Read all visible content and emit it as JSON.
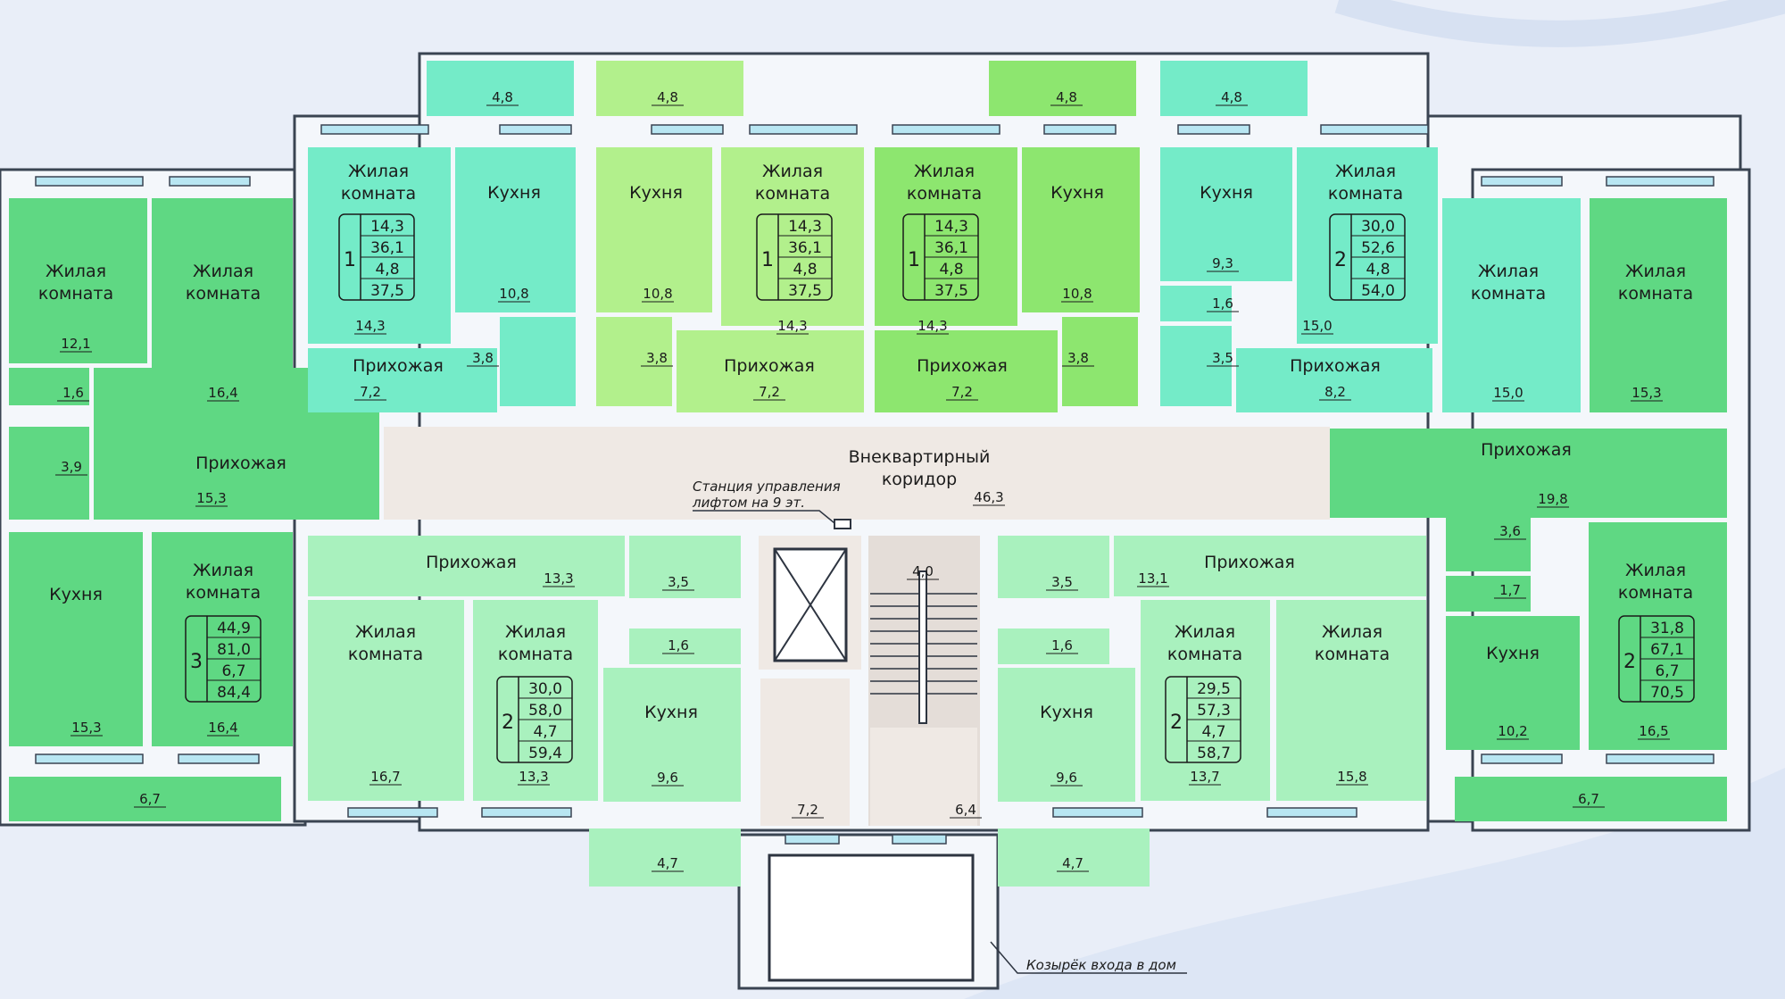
{
  "colors": {
    "background": "#e9eef8",
    "wall": "#f4f7fb",
    "wall_stroke": "#3a4452",
    "corridor": "#efe9e4",
    "stair": "#e4ddd8",
    "green_dark": "#5fd883",
    "green_mid": "#8fe6a6",
    "green_light": "#a9f1be",
    "teal": "#74ebc8",
    "lime": "#b2f08c",
    "lime_bright": "#8de66f",
    "window": "#b8e6f2"
  },
  "rooms": [
    {
      "id": "a1-living-1",
      "name": "Жилая\nкомната",
      "area": "12,1"
    },
    {
      "id": "a1-living-2",
      "name": "Жилая\nкомната",
      "area": "16,4"
    },
    {
      "id": "a1-wc",
      "area": "1,6"
    },
    {
      "id": "a1-bath",
      "area": "3,9"
    },
    {
      "id": "a1-hall",
      "name": "Прихожая",
      "area": "15,3"
    },
    {
      "id": "a1-kitchen",
      "name": "Кухня",
      "area": "15,3"
    },
    {
      "id": "a1-living-3",
      "name": "Жилая\nкомната",
      "area": "16,4"
    },
    {
      "id": "a1-balcony",
      "area": "6,7"
    },
    {
      "id": "a2-living",
      "name": "Жилая\nкомната",
      "area": "14,3"
    },
    {
      "id": "a2-kitchen",
      "name": "Кухня",
      "area": "10,8"
    },
    {
      "id": "a2-bath",
      "area": "3,8"
    },
    {
      "id": "a2-hall",
      "name": "Прихожая",
      "area": "7,2"
    },
    {
      "id": "a2-balcony",
      "area": "4,8"
    },
    {
      "id": "a3-kitchen",
      "name": "Кухня",
      "area": "10,8"
    },
    {
      "id": "a3-living",
      "name": "Жилая\nкомната",
      "area": "14,3"
    },
    {
      "id": "a3-bath",
      "area": "3,8"
    },
    {
      "id": "a3-hall",
      "name": "Прихожая",
      "area": "7,2"
    },
    {
      "id": "a3-balcony",
      "area": "4,8"
    },
    {
      "id": "a4-living",
      "name": "Жилая\nкомната",
      "area": "14,3"
    },
    {
      "id": "a4-kitchen",
      "name": "Кухня",
      "area": "10,8"
    },
    {
      "id": "a4-bath",
      "area": "3,8"
    },
    {
      "id": "a4-hall",
      "name": "Прихожая",
      "area": "7,2"
    },
    {
      "id": "a4-balcony",
      "area": "4,8"
    },
    {
      "id": "a5-kitchen",
      "name": "Кухня",
      "area": "9,3"
    },
    {
      "id": "a5-wc",
      "area": "1,6"
    },
    {
      "id": "a5-bath",
      "area": "3,5"
    },
    {
      "id": "a5-living-1",
      "name": "Жилая\nкомната",
      "area": "15,0"
    },
    {
      "id": "a5-hall",
      "name": "Прихожая",
      "area": "8,2"
    },
    {
      "id": "a5-living-2",
      "name": "Жилая\nкомната",
      "area": "15,0"
    },
    {
      "id": "a5-balcony",
      "area": "4,8"
    },
    {
      "id": "a6-living-1",
      "name": "Жилая\nкомната",
      "area": "15,3"
    },
    {
      "id": "a6-hall",
      "name": "Прихожая",
      "area": "19,8"
    },
    {
      "id": "a6-bath",
      "area": "3,6"
    },
    {
      "id": "a6-wc",
      "area": "1,7"
    },
    {
      "id": "a6-kitchen",
      "name": "Кухня",
      "area": "10,2"
    },
    {
      "id": "a6-living-2",
      "name": "Жилая\nкомната",
      "area": "16,5"
    },
    {
      "id": "a6-balcony",
      "area": "6,7"
    },
    {
      "id": "a7-hall",
      "name": "Прихожая",
      "area": "13,3"
    },
    {
      "id": "a7-living-1",
      "name": "Жилая\nкомната",
      "area": "16,7"
    },
    {
      "id": "a7-living-2",
      "name": "Жилая\nкомната",
      "area": "13,3"
    },
    {
      "id": "a7-bath",
      "area": "3,5"
    },
    {
      "id": "a7-wc",
      "area": "1,6"
    },
    {
      "id": "a7-kitchen",
      "name": "Кухня",
      "area": "9,6"
    },
    {
      "id": "a7-balcony",
      "area": "4,7"
    },
    {
      "id": "a8-bath",
      "area": "3,5"
    },
    {
      "id": "a8-wc",
      "area": "1,6"
    },
    {
      "id": "a8-hall",
      "name": "Прихожая",
      "area": "13,1"
    },
    {
      "id": "a8-kitchen",
      "name": "Кухня",
      "area": "9,6"
    },
    {
      "id": "a8-living-1",
      "name": "Жилая\nкомната",
      "area": "13,7"
    },
    {
      "id": "a8-living-2",
      "name": "Жилая\nкомната",
      "area": "15,8"
    },
    {
      "id": "a8-balcony",
      "area": "4,7"
    },
    {
      "id": "corridor",
      "name": "Внеквартирный\nкоридор",
      "area": "46,3"
    },
    {
      "id": "stair",
      "area": "4,0"
    },
    {
      "id": "lobby-left",
      "area": "7,2"
    },
    {
      "id": "lobby-right",
      "area": "6,4"
    }
  ],
  "apartments": [
    {
      "id": "a1",
      "rooms": "3",
      "v": [
        "44,9",
        "81,0",
        "6,7",
        "84,4"
      ]
    },
    {
      "id": "a2",
      "rooms": "1",
      "v": [
        "14,3",
        "36,1",
        "4,8",
        "37,5"
      ]
    },
    {
      "id": "a3",
      "rooms": "1",
      "v": [
        "14,3",
        "36,1",
        "4,8",
        "37,5"
      ]
    },
    {
      "id": "a4",
      "rooms": "1",
      "v": [
        "14,3",
        "36,1",
        "4,8",
        "37,5"
      ]
    },
    {
      "id": "a5",
      "rooms": "2",
      "v": [
        "30,0",
        "52,6",
        "4,8",
        "54,0"
      ]
    },
    {
      "id": "a6",
      "rooms": "2",
      "v": [
        "31,8",
        "67,1",
        "6,7",
        "70,5"
      ]
    },
    {
      "id": "a7",
      "rooms": "2",
      "v": [
        "30,0",
        "58,0",
        "4,7",
        "59,4"
      ]
    },
    {
      "id": "a8",
      "rooms": "2",
      "v": [
        "29,5",
        "57,3",
        "4,7",
        "58,7"
      ]
    }
  ],
  "annotations": {
    "lift_station": "Станция управления\nлифтом на 9 эт.",
    "canopy": "Козырёк входа в дом"
  }
}
